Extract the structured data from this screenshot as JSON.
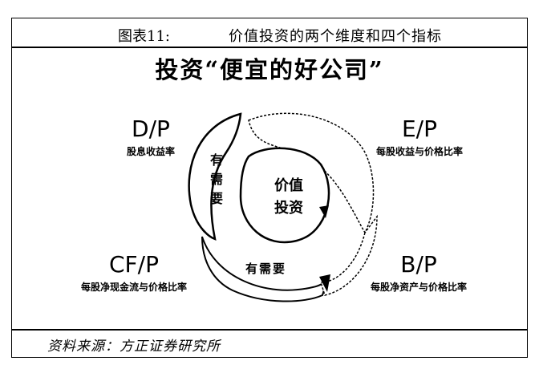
{
  "header": {
    "figure_label": "图表11:",
    "title": "价值投资的两个维度和四个指标"
  },
  "main_title": "投资“便宜的好公司”",
  "indicators": {
    "dp": {
      "code": "D/P",
      "desc": "股息收益率"
    },
    "ep": {
      "code": "E/P",
      "desc": "每股收益与价格比率"
    },
    "cfp": {
      "code": "CF/P",
      "desc": "每股净现金流与价格比率"
    },
    "bp": {
      "code": "B/P",
      "desc": "每股净资产与价格比率"
    }
  },
  "center": {
    "line1": "价值",
    "line2": "投资"
  },
  "arrow_labels": {
    "left": "有需要",
    "bottom": "有需要"
  },
  "source": "资料来源：方正证券研究所",
  "colors": {
    "line": "#000000",
    "background": "#ffffff"
  }
}
